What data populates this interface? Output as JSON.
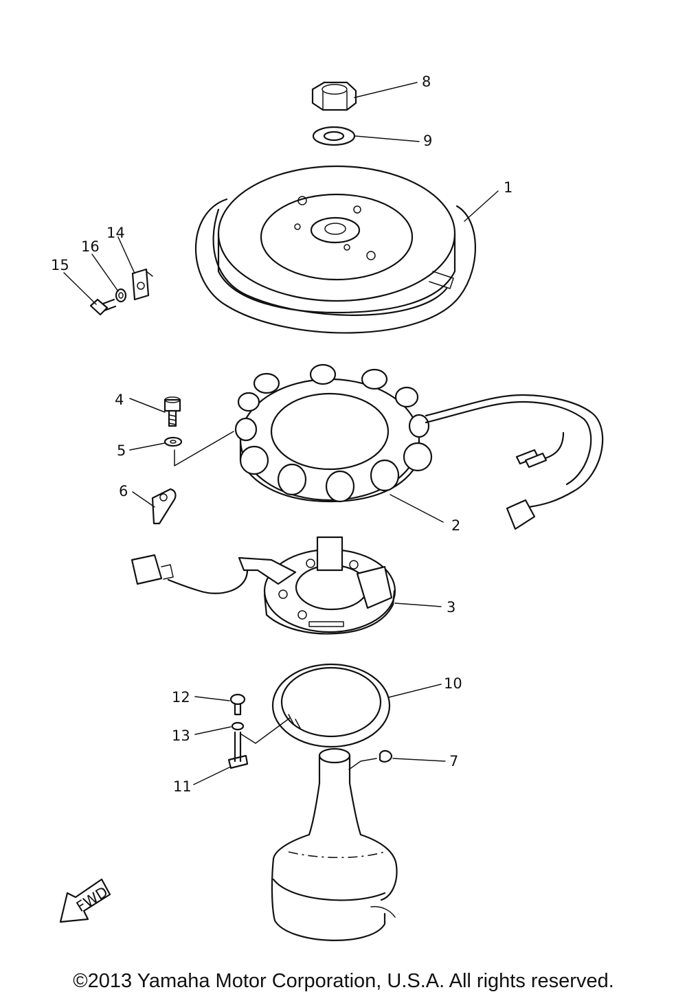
{
  "diagram": {
    "callouts": [
      "1",
      "2",
      "3",
      "4",
      "5",
      "6",
      "7",
      "8",
      "9",
      "10",
      "11",
      "12",
      "13",
      "14",
      "15",
      "16"
    ],
    "fwd_label": "FWD"
  },
  "footer": {
    "copyright": "©2013 Yamaha Motor Corporation, U.S.A. All rights reserved."
  }
}
